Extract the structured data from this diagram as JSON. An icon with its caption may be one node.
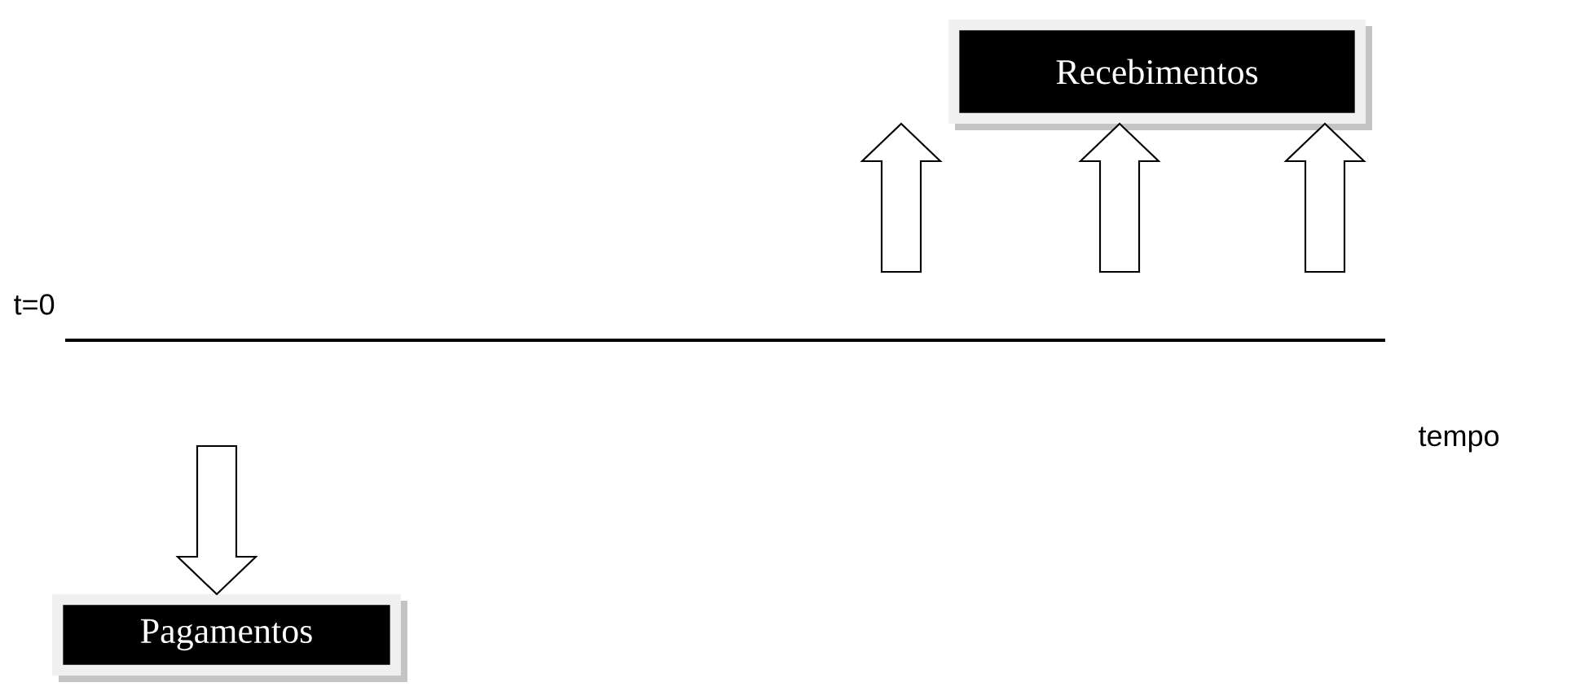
{
  "diagram": {
    "nodes": [
      {
        "text": [
          "Recebimentos"
        ]
      },
      {
        "text": [
          "Pagamentos"
        ]
      }
    ],
    "edges": [
      {
        "from": null,
        "to": 0,
        "arrow": "to"
      },
      {
        "from": null,
        "to": 0,
        "arrow": "to"
      },
      {
        "from": null,
        "to": 0,
        "arrow": "to"
      },
      {
        "from": null,
        "to": 1,
        "arrow": "to"
      }
    ],
    "labels": [
      "t=0",
      "tempo"
    ]
  }
}
